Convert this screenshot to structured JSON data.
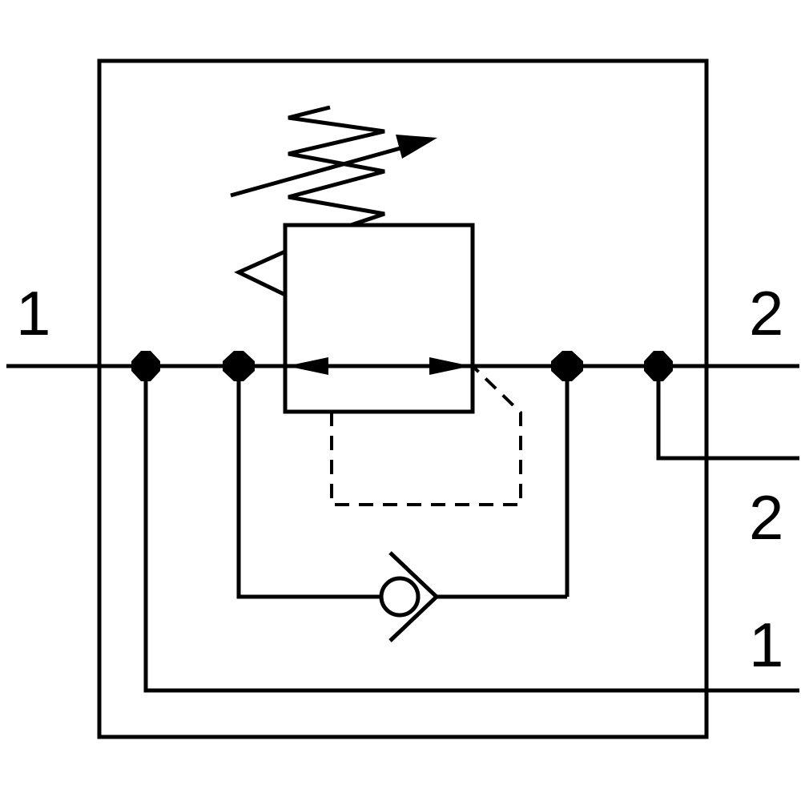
{
  "diagram": {
    "ports": {
      "left_inlet": "1",
      "right_outlet": "2",
      "right_gauge_outlet": "2",
      "right_bypass": "1"
    },
    "colors": {
      "line": "#000000",
      "background": "#ffffff"
    }
  }
}
